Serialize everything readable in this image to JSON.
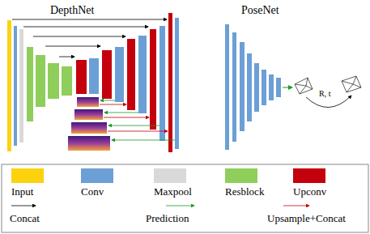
{
  "diagram": {
    "labels": [
      "DepthNet",
      "PoseNet",
      "R, t"
    ],
    "legend": [
      {
        "text": "Input",
        "color": "#fcd20f"
      },
      {
        "text": "Conv",
        "color": "#6c9fd6"
      },
      {
        "text": "Maxpool",
        "color": "#d9d9d9"
      },
      {
        "text": "Resblock",
        "color": "#8fce5a"
      },
      {
        "text": "Upconv",
        "color": "#c4000c"
      },
      {
        "text": "Concat"
      },
      {
        "text": "Prediction"
      },
      {
        "text": "Upsample+Concat"
      }
    ]
  }
}
